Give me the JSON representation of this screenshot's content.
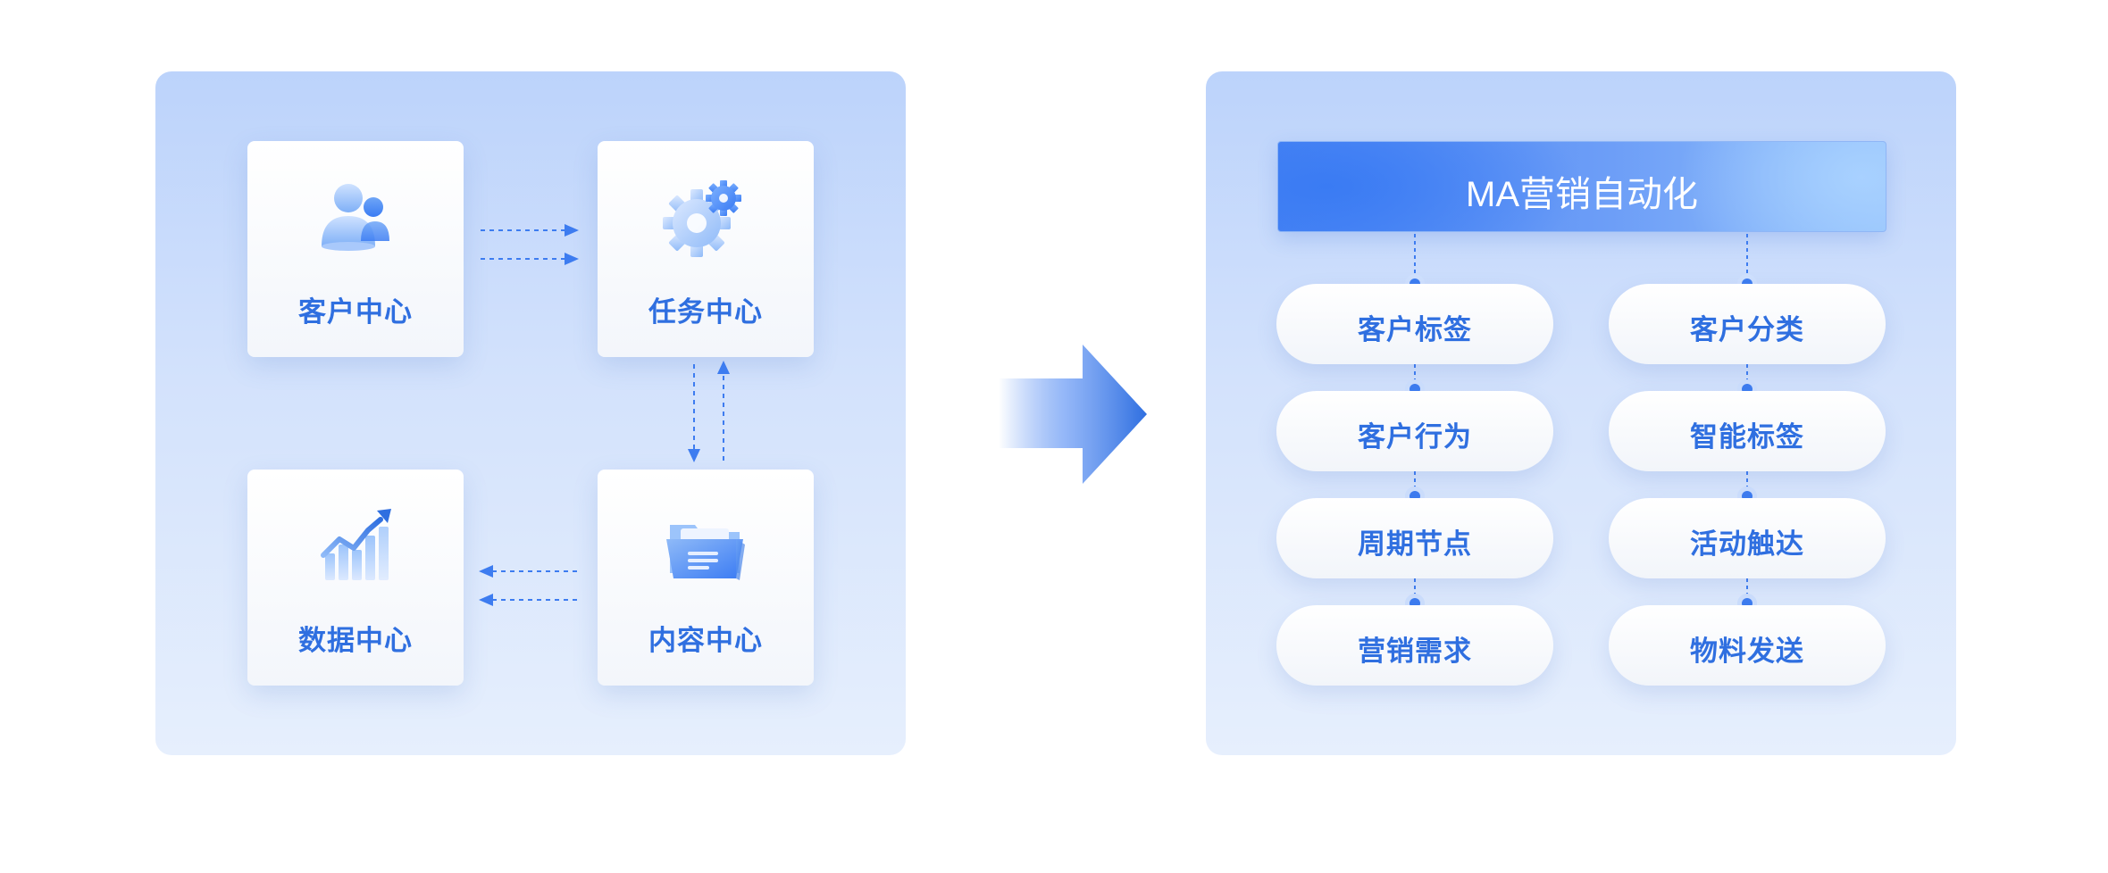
{
  "left_panel": {
    "cards": [
      {
        "label": "客户中心",
        "icon": "customer-icon"
      },
      {
        "label": "任务中心",
        "icon": "gear-icon"
      },
      {
        "label": "数据中心",
        "icon": "chart-icon"
      },
      {
        "label": "内容中心",
        "icon": "folder-icon"
      }
    ]
  },
  "right_panel": {
    "title": "MA营销自动化",
    "left_column": [
      "客户标签",
      "客户行为",
      "周期节点",
      "营销需求"
    ],
    "right_column": [
      "客户分类",
      "智能标签",
      "活动触达",
      "物料发送"
    ]
  },
  "colors": {
    "accent": "#2f6fe0",
    "arrow": "#3d7cf0",
    "panel_top": "#bcd3fb",
    "panel_bottom": "#e6effd"
  }
}
